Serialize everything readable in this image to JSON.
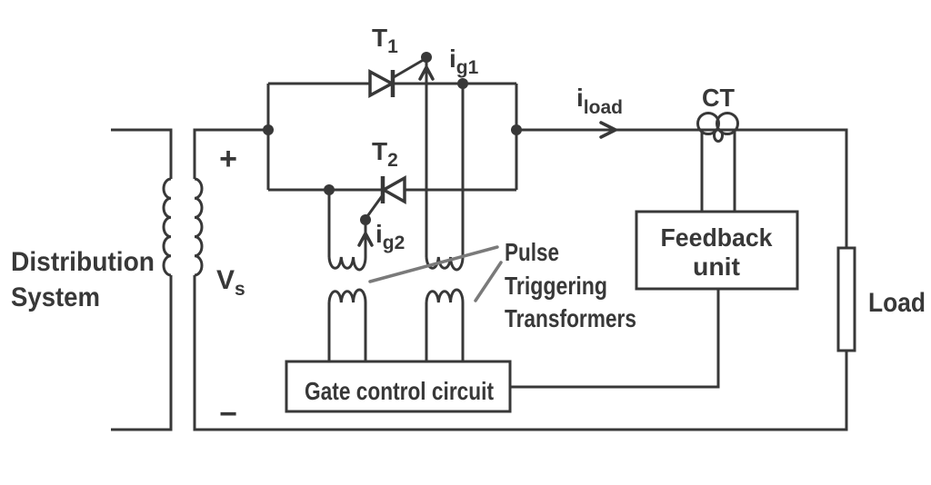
{
  "colors": {
    "line": "#383838",
    "text": "#383838",
    "annotation": "#7a7a7a",
    "background": "#ffffff"
  },
  "labels": {
    "source": {
      "line1": "Distribution",
      "line2": "System"
    },
    "polarity": {
      "plus": "+",
      "minus": "−"
    },
    "secondary_voltage": {
      "main": "V",
      "sub": "s"
    },
    "thyristor_t1": {
      "main": "T",
      "sub": "1"
    },
    "thyristor_t2": {
      "main": "T",
      "sub": "2"
    },
    "gate_current_1": {
      "main": "i",
      "sub": "g1"
    },
    "gate_current_2": {
      "main": "i",
      "sub": "g2"
    },
    "load_current": {
      "main": "i",
      "sub": "load"
    },
    "current_transformer": "CT",
    "feedback_unit": {
      "line1": "Feedback",
      "line2": "unit"
    },
    "gate_control": "Gate control circuit",
    "pulse_note": {
      "line1": "Pulse",
      "line2": "Triggering",
      "line3": "Transformers"
    },
    "load": "Load"
  }
}
